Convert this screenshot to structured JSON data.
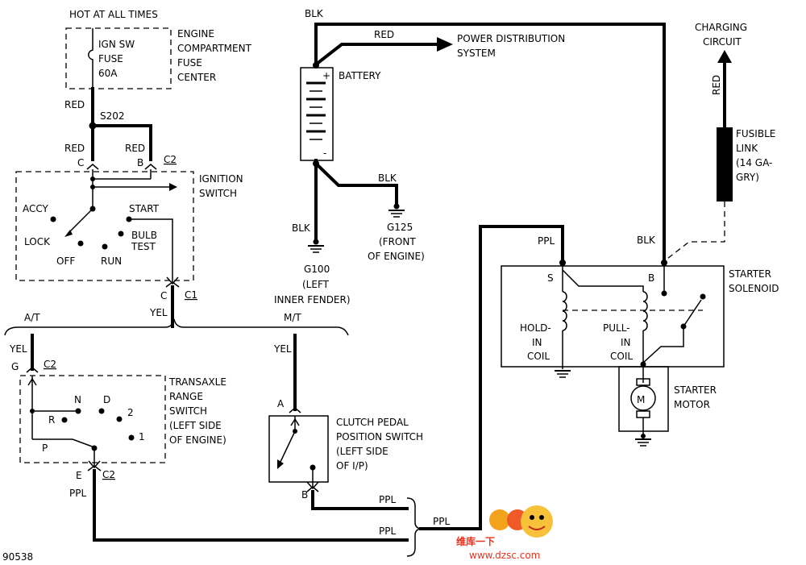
{
  "top": {
    "hot": "HOT AT ALL TIMES"
  },
  "fuse_block": {
    "fuse": [
      "IGN SW",
      "FUSE",
      "60A"
    ],
    "center": [
      "ENGINE",
      "COMPARTMENT",
      "FUSE",
      "CENTER"
    ]
  },
  "wires": {
    "red": "RED",
    "blk": "BLK",
    "yel": "YEL",
    "ppl": "PPL"
  },
  "splice": "S202",
  "ignition": {
    "title": [
      "IGNITION",
      "SWITCH"
    ],
    "pin_c": "C",
    "pin_b": "B",
    "conn_c2": "C2",
    "conn_c1": "C1",
    "accy": "ACCY",
    "lock": "LOCK",
    "off": "OFF",
    "run": "RUN",
    "start": "START",
    "bulb": [
      "BULB",
      "TEST"
    ]
  },
  "battery": {
    "label": "BATTERY",
    "plus": "+",
    "minus": "-",
    "blk_label": "BLK"
  },
  "power_dist": [
    "POWER DISTRIBUTION",
    "SYSTEM"
  ],
  "grounds": {
    "g125": [
      "G125",
      "(FRONT",
      "OF ENGINE)"
    ],
    "g100": [
      "G100",
      "(LEFT",
      "INNER FENDER)"
    ]
  },
  "branches": {
    "at": "A/T",
    "mt": "M/T"
  },
  "transaxle": {
    "title": [
      "TRANSAXLE",
      "RANGE",
      "SWITCH",
      "(LEFT SIDE",
      "OF ENGINE)"
    ],
    "pin_g": "G",
    "pin_e": "E",
    "conn": "C2",
    "n": "N",
    "d": "D",
    "r": "R",
    "p": "P",
    "two": "2",
    "one": "1"
  },
  "clutch": {
    "title": [
      "CLUTCH PEDAL",
      "POSITION SWITCH",
      "(LEFT SIDE",
      "OF I/P)"
    ],
    "pin_a": "A",
    "pin_b": "B"
  },
  "charging": [
    "CHARGING",
    "CIRCUIT"
  ],
  "fusible_link": [
    "FUSIBLE",
    "LINK",
    "(14 GA-",
    "GRY)"
  ],
  "solenoid": {
    "title": [
      "STARTER",
      "SOLENOID"
    ],
    "s": "S",
    "b": "B",
    "hold": [
      "HOLD-",
      "IN",
      "COIL"
    ],
    "pull": [
      "PULL-",
      "IN",
      "COIL"
    ]
  },
  "motor": {
    "title": [
      "STARTER",
      "MOTOR"
    ],
    "m": "M"
  },
  "doc_number": "90538",
  "watermark": {
    "cn": "维库一下",
    "url": "www.dzsc.com"
  }
}
